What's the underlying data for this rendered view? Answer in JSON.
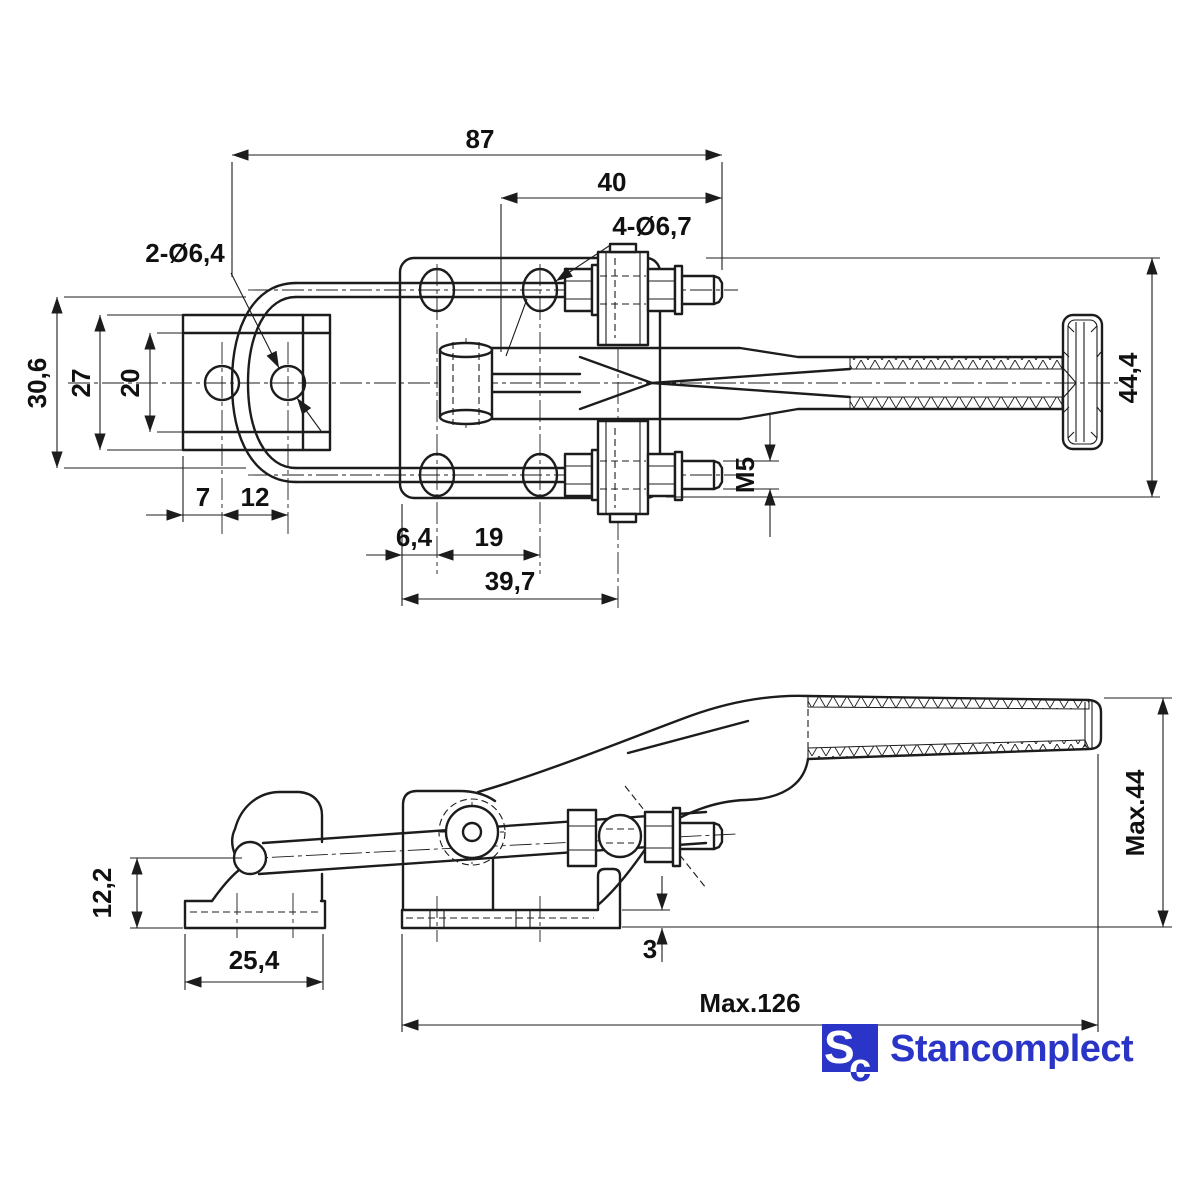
{
  "drawing": {
    "description": "Latch type toggle clamp technical drawing, two orthographic views",
    "colors": {
      "line": "#1c1c1c",
      "background": "#ffffff",
      "brand_blue": "#2a35c8"
    },
    "top_view": {
      "dimensions": {
        "overall_length": "87",
        "stud_to_handle": "40",
        "plate_holes": "4-Ø6,7",
        "catch_holes": "2-Ø6,4",
        "loop_width": "30,6",
        "catch_plate_height": "27",
        "catch_flange_width": "20",
        "catch_edge_to_hole": "7",
        "catch_hole_spacing": "12",
        "plate_edge_to_hole": "6,4",
        "plate_hole_spacing": "19",
        "plate_edge_to_axis": "39,7",
        "thread_size": "M5",
        "body_width": "44,4"
      }
    },
    "side_view": {
      "dimensions": {
        "latch_height": "12,2",
        "catch_base_length": "25,4",
        "base_thickness": "3",
        "max_length": "Max.126",
        "max_height": "Max.44"
      }
    },
    "logo": {
      "monogram_s": "S",
      "monogram_c": "c",
      "name": "Stancomplect"
    }
  }
}
